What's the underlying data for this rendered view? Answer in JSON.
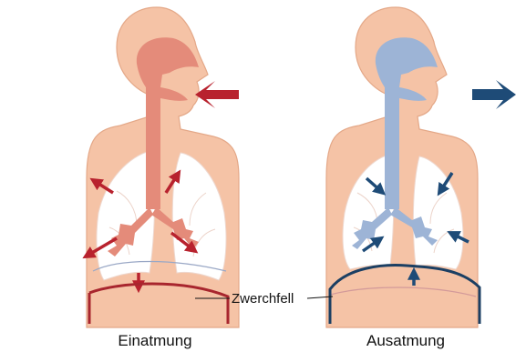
{
  "labels": {
    "diaphragm": "Zwerchfell",
    "inhale": "Einatmung",
    "exhale": "Ausatmung"
  },
  "colors": {
    "skin": "#f5c3a6",
    "skin_outline": "#e4a888",
    "lung": "#ffffff",
    "lung_vessels": "#e8cfc6",
    "inhale_airway": "#e48b7a",
    "inhale_arrow": "#b8222e",
    "inhale_diaphragm": "#a8262e",
    "exhale_airway": "#9db4d6",
    "exhale_arrow": "#1e4b77",
    "exhale_diaphragm": "#1b3f63",
    "diaphragm_ghost_inhale": "#9aa8c6",
    "diaphragm_ghost_exhale": "#d39a9a"
  }
}
